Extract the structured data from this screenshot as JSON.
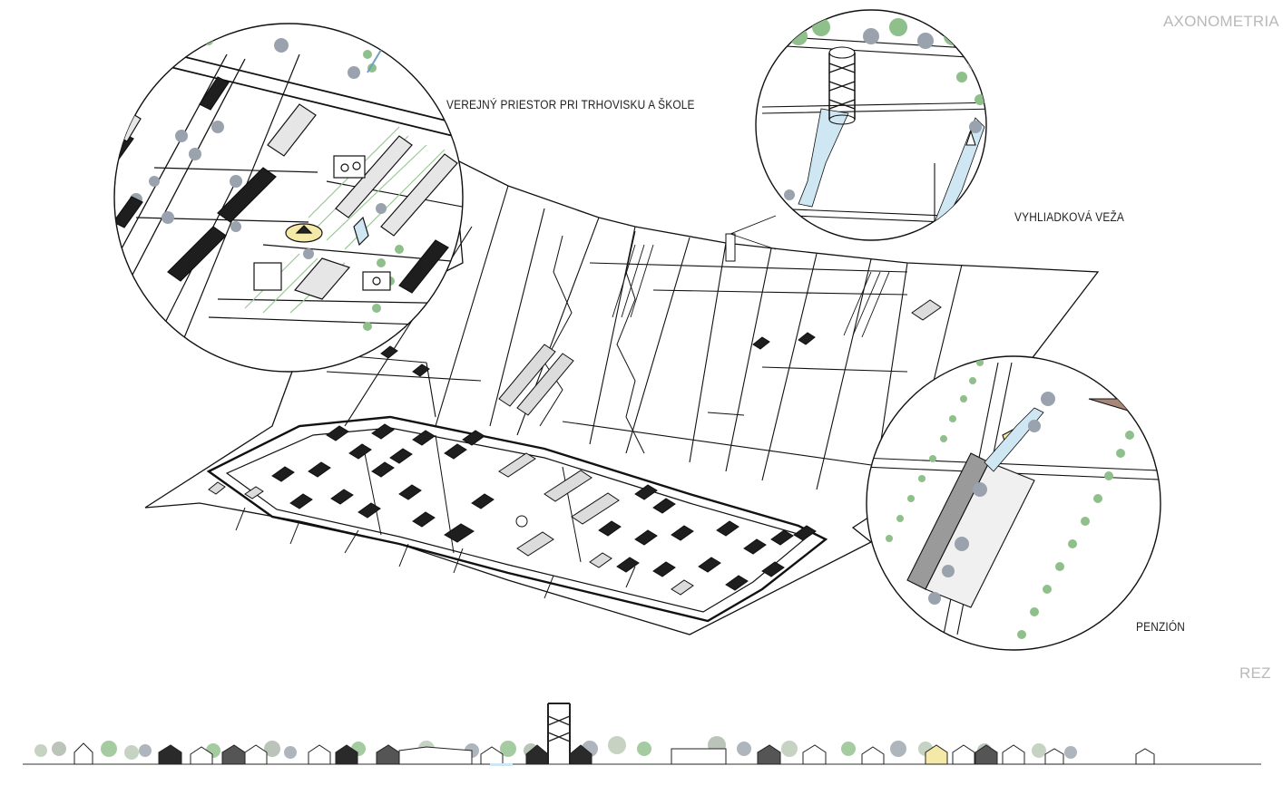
{
  "page": {
    "title": "AXONOMETRIA",
    "section_title": "REZ"
  },
  "callouts": [
    {
      "id": "market",
      "label": "VEREJNÝ PRIESTOR PRI TRHOVISKU A ŠKOLE"
    },
    {
      "id": "tower",
      "label": "VYHLIADKOVÁ VEŽA"
    },
    {
      "id": "pension",
      "label": "PENZIÓN"
    }
  ],
  "colors": {
    "line": "#111111",
    "water": "#cfe6f3",
    "tree_green": "#8fbf8a",
    "tree_grey": "#9aa3ad",
    "roof_dark": "#2a2a2a",
    "roof_mid": "#8a8a8a",
    "title_grey": "#b9b9b9",
    "accent_yellow": "#f5e9a8",
    "accent_brown": "#a8877a"
  }
}
